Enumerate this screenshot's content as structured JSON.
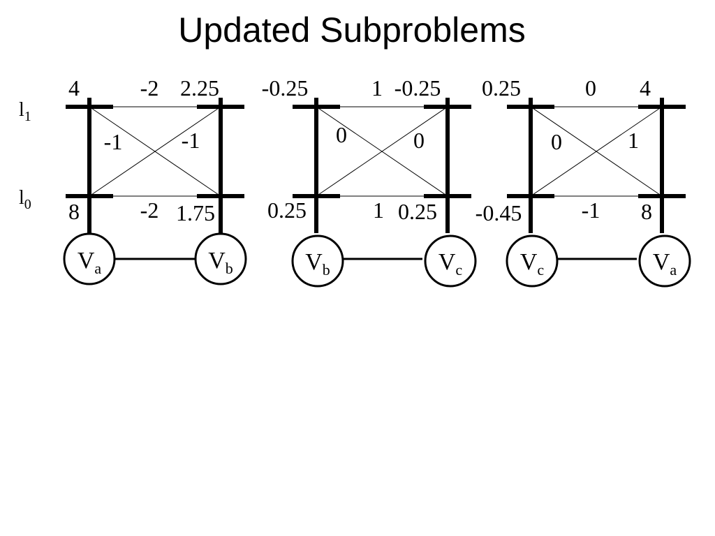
{
  "title": "Updated Subproblems",
  "labels": {
    "l1": "l",
    "l1_sub": "1",
    "l0": "l",
    "l0_sub": "0"
  },
  "subproblems": [
    {
      "left_node": {
        "main": "V",
        "sub": "a"
      },
      "right_node": {
        "main": "V",
        "sub": "b"
      },
      "left_top": "4",
      "left_bottom": "8",
      "right_top": "2.25",
      "right_bottom": "1.75",
      "edge_top": "-2",
      "edge_bottom": "-2",
      "diag_left": "-1",
      "diag_right": "-1"
    },
    {
      "left_node": {
        "main": "V",
        "sub": "b"
      },
      "right_node": {
        "main": "V",
        "sub": "c"
      },
      "left_top": "-0.25",
      "left_bottom": "0.25",
      "right_top": "-0.25",
      "right_bottom": "0.25",
      "edge_top": "1",
      "edge_bottom": "1",
      "diag_left": "0",
      "diag_right": "0"
    },
    {
      "left_node": {
        "main": "V",
        "sub": "c"
      },
      "right_node": {
        "main": "V",
        "sub": "a"
      },
      "left_top": "0.25",
      "left_bottom": "-0.45",
      "right_top": "4",
      "right_bottom": "8",
      "edge_top": "0",
      "edge_bottom": "-1",
      "diag_left": "0",
      "diag_right": "1"
    }
  ]
}
